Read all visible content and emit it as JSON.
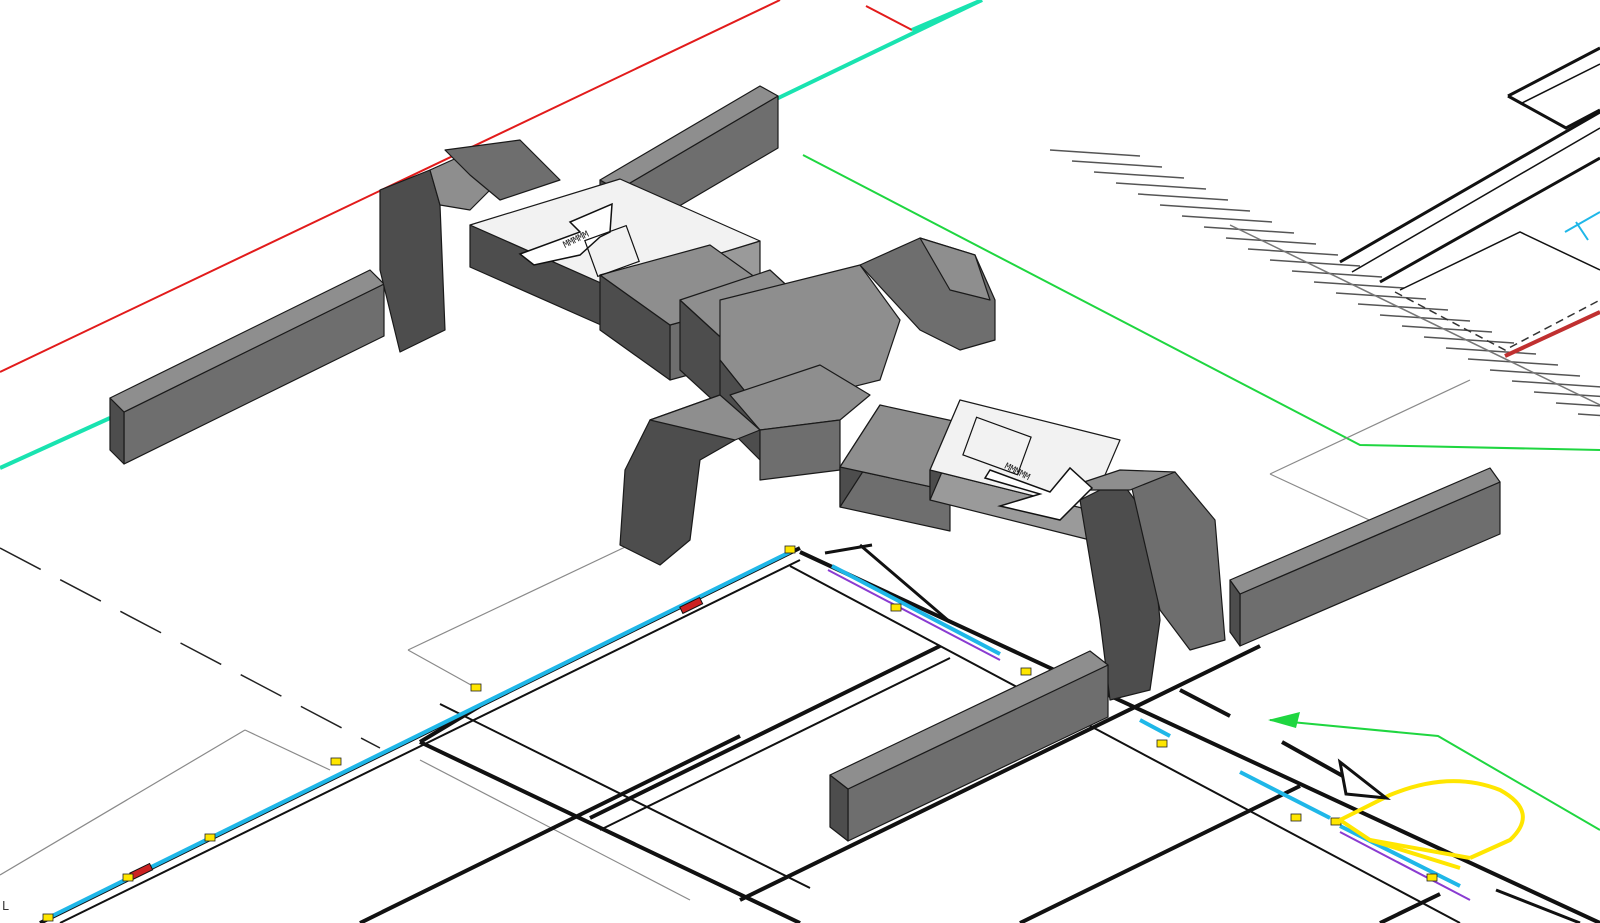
{
  "view": {
    "kind": "isometric HVAC ductwork model view",
    "background": "#ffffff"
  },
  "colors": {
    "duct_top": "#8e8e8e",
    "duct_side": "#6e6e6e",
    "duct_front": "#4d4d4d",
    "duct_edge": "#1a1a1a",
    "unit_top": "#f2f2f2",
    "unit_side": "#9a9a9a",
    "pipe_cyan": "#1fb7e8",
    "line_red": "#e21b1b",
    "line_teal": "#19e3b0",
    "line_green": "#1fd640",
    "fitting_yellow": "#ffe600",
    "dim_gray": "#8a8a8a",
    "frame_black": "#111111"
  },
  "labels": {
    "unit_left_tag": "MMMMM",
    "unit_right_tag": "MMMMM",
    "corner_mark": "L"
  },
  "icons": [
    "airflow-arrow-icon",
    "flow-direction-arrow-icon",
    "hatch-pattern-icon"
  ]
}
